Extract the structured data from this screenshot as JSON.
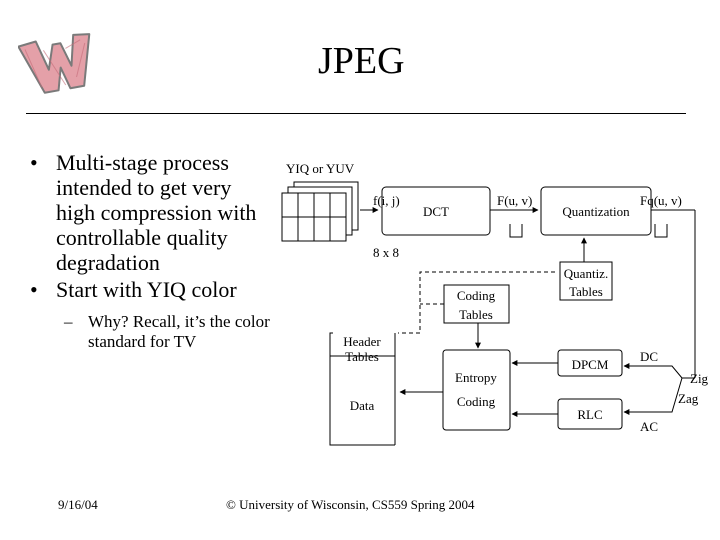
{
  "slide": {
    "title": "JPEG",
    "logo_letter": "W"
  },
  "bullets": [
    {
      "symbol": "•",
      "text": "Multi-stage process intended to get very high compression with controllable quality degradation"
    },
    {
      "symbol": "•",
      "text": "Start with YIQ color"
    }
  ],
  "sub_bullet": {
    "symbol": "–",
    "text": "Why? Recall, it’s the color standard for TV"
  },
  "diagram": {
    "yiq_label": "YIQ or YUV",
    "fij_label": "f(i, j)",
    "block_size_label": "8 x 8",
    "dct_label": "DCT",
    "fuv_label": "F(u, v)",
    "quantization_label": "Quantization",
    "fquv_label": "Fq(u, v)",
    "quant_tables_line1": "Quantiz.",
    "quant_tables_line2": "Tables",
    "coding_tables_line1": "Coding",
    "coding_tables_line2": "Tables",
    "header_line1": "Header",
    "header_line2": "Tables",
    "data_label": "Data",
    "entropy_line1": "Entropy",
    "entropy_line2": "Coding",
    "dpcm_label": "DPCM",
    "rlc_label": "RLC",
    "dc_label": "DC",
    "ac_label": "AC",
    "zig_label": "Zig",
    "zag_label": "Zag"
  },
  "footer": {
    "date": "9/16/04",
    "copyright": "© University of Wisconsin, CS559 Spring 2004"
  }
}
